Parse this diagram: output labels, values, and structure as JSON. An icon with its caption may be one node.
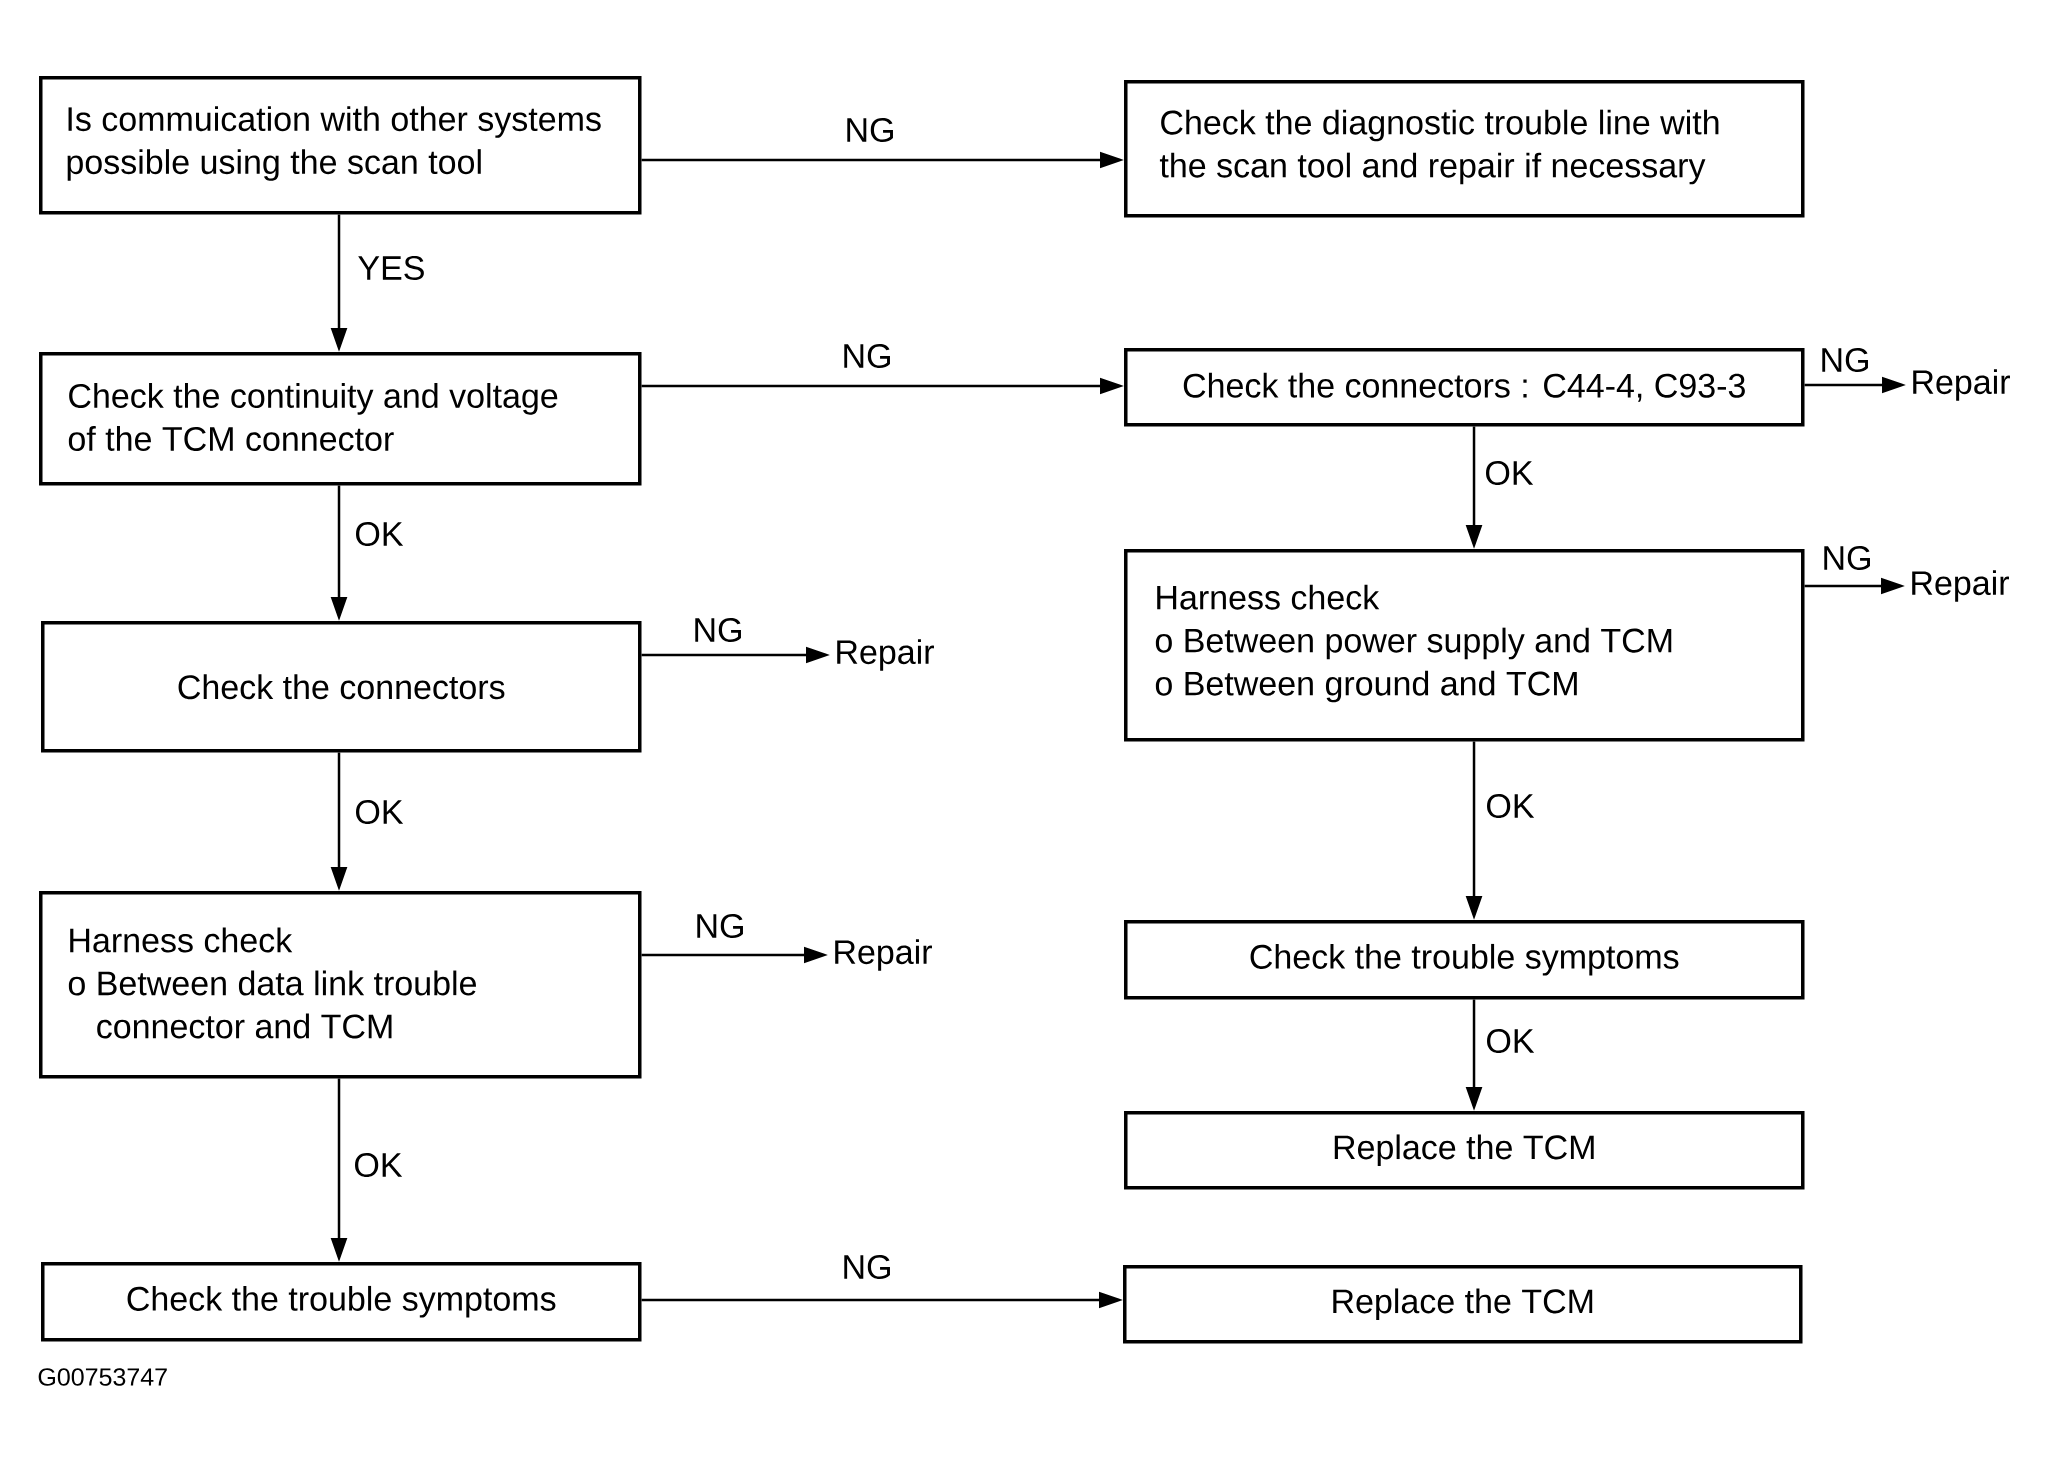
{
  "diagram": {
    "nodes": [
      {
        "text": [
          "Is commuication with other systems possible using the scan tool"
        ]
      },
      {
        "text": [
          "Check the diagnostic trouble line with the scan tool and repair if necessary"
        ]
      },
      {
        "text": [
          "Check the continuity and voltage of the TCM connector"
        ]
      },
      {
        "text": [
          "Check the connectors : C44-4, C93-3"
        ]
      },
      {
        "text": [
          "Repair"
        ]
      },
      {
        "text": [
          "Check the connectors"
        ]
      },
      {
        "text": [
          "Repair"
        ]
      },
      {
        "text": [
          "Harness check",
          "o Between power supply and TCM",
          "o Between ground and TCM"
        ]
      },
      {
        "text": [
          "Repair"
        ]
      },
      {
        "text": [
          "Harness check",
          "o Between data link trouble connector and TCM"
        ]
      },
      {
        "text": [
          "Repair"
        ]
      },
      {
        "text": [
          "Check the trouble symptoms"
        ]
      },
      {
        "text": [
          "Replace the TCM"
        ]
      },
      {
        "text": [
          "Check the trouble symptoms"
        ]
      },
      {
        "text": [
          "Replace the TCM"
        ]
      }
    ],
    "edges": [
      {
        "from": 0,
        "to": 1,
        "arrow": "to",
        "label": "NG"
      },
      {
        "from": 0,
        "to": 2,
        "arrow": "to",
        "label": "YES"
      },
      {
        "from": 2,
        "to": 3,
        "arrow": "to",
        "label": "NG"
      },
      {
        "from": 3,
        "to": 4,
        "arrow": "to",
        "label": "NG"
      },
      {
        "from": 3,
        "to": 7,
        "arrow": "to",
        "label": "OK"
      },
      {
        "from": 2,
        "to": 5,
        "arrow": "to",
        "label": "OK"
      },
      {
        "from": 5,
        "to": 6,
        "arrow": "to",
        "label": "NG"
      },
      {
        "from": 7,
        "to": 8,
        "arrow": "to",
        "label": "NG"
      },
      {
        "from": 7,
        "to": 11,
        "arrow": "to",
        "label": "OK"
      },
      {
        "from": 5,
        "to": 9,
        "arrow": "to",
        "label": "OK"
      },
      {
        "from": 9,
        "to": 10,
        "arrow": "to",
        "label": "NG"
      },
      {
        "from": 11,
        "to": 12,
        "arrow": "to",
        "label": "OK"
      },
      {
        "from": 9,
        "to": 13,
        "arrow": "to",
        "label": "OK"
      },
      {
        "from": 13,
        "to": 14,
        "arrow": "to",
        "label": "NG"
      }
    ],
    "labels": [
      "G00753747"
    ]
  }
}
